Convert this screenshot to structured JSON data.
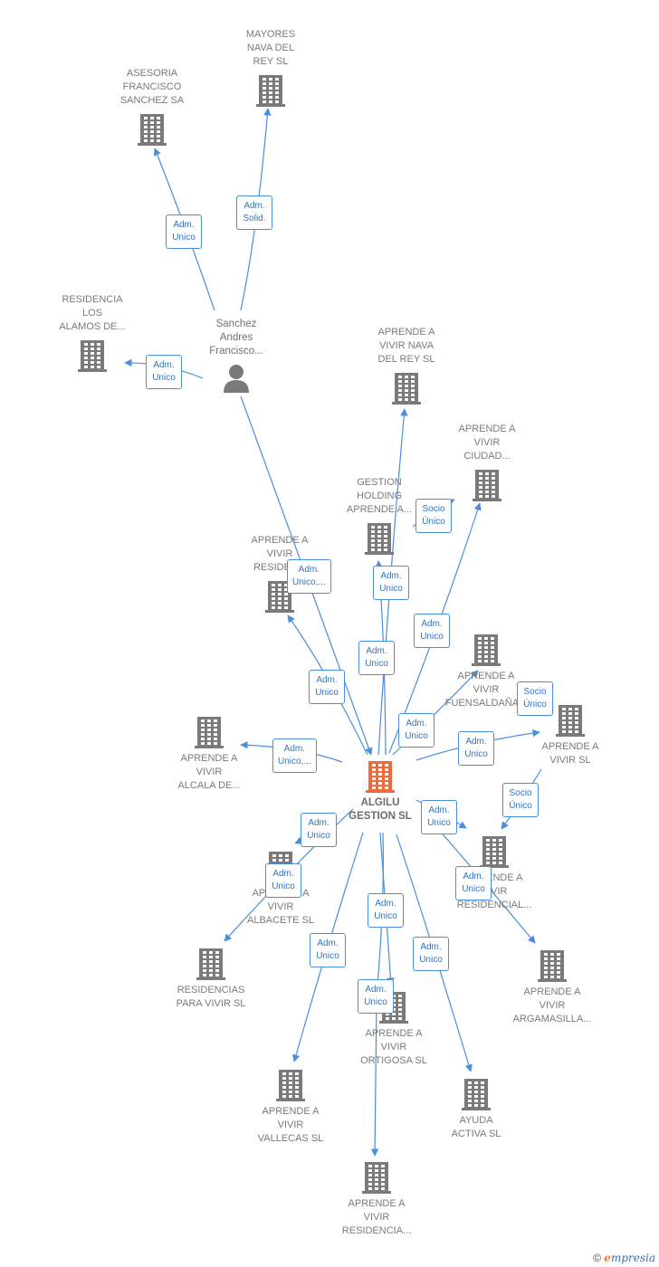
{
  "colors": {
    "edge": "#4a8edc",
    "company": "#7a7a7a",
    "center": "#f26a35",
    "person": "#7a7a7a"
  },
  "nodes": [
    {
      "id": "mayores",
      "label": "MAYORES\nNAVA DEL\nREY  SL",
      "kind": "company"
    },
    {
      "id": "asesoria",
      "label": "ASESORIA\nFRANCISCO\nSANCHEZ SA",
      "kind": "company"
    },
    {
      "id": "alamos",
      "label": "RESIDENCIA\nLOS\nALAMOS DE...",
      "kind": "company"
    },
    {
      "id": "sanchez",
      "label": "Sanchez\nAndres\nFrancisco...",
      "kind": "person"
    },
    {
      "id": "nava",
      "label": "APRENDE A\nVIVIR NAVA\nDEL REY  SL",
      "kind": "company"
    },
    {
      "id": "ciudad",
      "label": "APRENDE A\nVIVIR\nCIUDAD...",
      "kind": "company"
    },
    {
      "id": "holding",
      "label": "GESTION\nHOLDING\nAPRENDE A...",
      "kind": "company"
    },
    {
      "id": "residenc1",
      "label": "APRENDE A\nVIVIR\nRESIDEN...",
      "kind": "company"
    },
    {
      "id": "fuensaldana",
      "label": "APRENDE A\nVIVIR\nFUENSALDAÑA...",
      "kind": "company"
    },
    {
      "id": "vivirsl",
      "label": "APRENDE A\nVIVIR SL",
      "kind": "company"
    },
    {
      "id": "alcala",
      "label": "APRENDE A\nVIVIR\nALCALA DE...",
      "kind": "company"
    },
    {
      "id": "algilu",
      "label": "ALGILU\nGESTION  SL",
      "kind": "center"
    },
    {
      "id": "residencial2",
      "label": "APRENDE A\nVIVIR\nRESIDENCIAL...",
      "kind": "company"
    },
    {
      "id": "albacete",
      "label": "APRENDE A\nVIVIR\nALBACETE  SL",
      "kind": "company"
    },
    {
      "id": "paravivir",
      "label": "RESIDENCIAS\nPARA VIVIR  SL",
      "kind": "company"
    },
    {
      "id": "argamasilla",
      "label": "APRENDE A\nVIVIR\nARGAMASILLA...",
      "kind": "company"
    },
    {
      "id": "ortigosa",
      "label": "APRENDE A\nVIVIR\nORTIGOSA  SL",
      "kind": "company"
    },
    {
      "id": "vallecas",
      "label": "APRENDE A\nVIVIR\nVALLECAS  SL",
      "kind": "company"
    },
    {
      "id": "ayuda",
      "label": "AYUDA\nACTIVA  SL",
      "kind": "company"
    },
    {
      "id": "residencia3",
      "label": "APRENDE A\nVIVIR\nRESIDENCIA...",
      "kind": "company"
    }
  ],
  "edges": [
    {
      "label": "Adm.\nUnico"
    },
    {
      "label": "Adm.\nSolid."
    },
    {
      "label": "Adm.\nUnico"
    },
    {
      "label": "Adm.\nUnico,..."
    },
    {
      "label": "Socio\nÚnico"
    },
    {
      "label": "Adm.\nUnico"
    },
    {
      "label": "Adm.\nUnico"
    },
    {
      "label": "Adm.\nUnico"
    },
    {
      "label": "Adm.\nUnico"
    },
    {
      "label": "Adm.\nUnico"
    },
    {
      "label": "Socio\nÚnico"
    },
    {
      "label": "Adm.\nUnico"
    },
    {
      "label": "Adm.\nUnico,..."
    },
    {
      "label": "Socio\nÚnico"
    },
    {
      "label": "Adm.\nUnico"
    },
    {
      "label": "Adm.\nUnico"
    },
    {
      "label": "Adm.\nUnico"
    },
    {
      "label": "Adm.\nUnico"
    },
    {
      "label": "Adm.\nUnico"
    },
    {
      "label": "Adm.\nUnico"
    },
    {
      "label": "Adm.\nUnico"
    },
    {
      "label": "Adm.\nUnico"
    },
    {
      "label": "Adm.\nUnico"
    }
  ],
  "footer": {
    "copyright": "©",
    "brand_initial": "e",
    "brand_rest": "mpresia"
  }
}
